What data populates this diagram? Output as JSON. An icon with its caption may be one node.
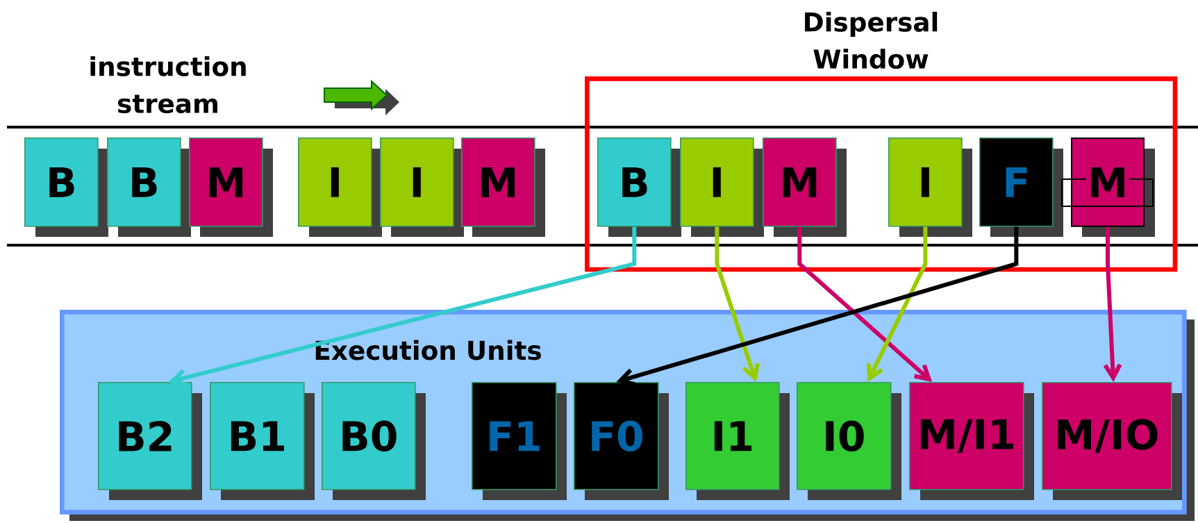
{
  "diagram": {
    "nodes": [
      {
        "text": [
          "B"
        ]
      },
      {
        "text": [
          "B"
        ]
      },
      {
        "text": [
          "M"
        ]
      },
      {
        "text": [
          "I"
        ]
      },
      {
        "text": [
          "I"
        ]
      },
      {
        "text": [
          "M"
        ]
      },
      {
        "text": [
          "Dispersal Window"
        ]
      },
      {
        "text": [
          "B"
        ],
        "in": 6
      },
      {
        "text": [
          "I"
        ],
        "in": 6
      },
      {
        "text": [
          "M"
        ],
        "in": 6
      },
      {
        "text": [
          "I"
        ],
        "in": 6
      },
      {
        "text": [
          "F"
        ],
        "in": 6
      },
      {
        "text": [
          "M"
        ],
        "in": 6
      },
      {
        "text": [
          "Execution Units"
        ]
      },
      {
        "text": [
          "B2"
        ],
        "in": 13
      },
      {
        "text": [
          "B1"
        ],
        "in": 13
      },
      {
        "text": [
          "B0"
        ],
        "in": 13
      },
      {
        "text": [
          "F1"
        ],
        "in": 13
      },
      {
        "text": [
          "F0"
        ],
        "in": 13
      },
      {
        "text": [
          "I1"
        ],
        "in": 13
      },
      {
        "text": [
          "I0"
        ],
        "in": 13
      },
      {
        "text": [
          "M/I1"
        ],
        "in": 13
      },
      {
        "text": [
          "M/IO"
        ],
        "in": 13
      }
    ],
    "edges": [
      {
        "from": 7,
        "to": 14,
        "arrow": "to",
        "color": "#33cccc"
      },
      {
        "from": 8,
        "to": 19,
        "arrow": "to",
        "color": "#99cc00"
      },
      {
        "from": 9,
        "to": 21,
        "arrow": "to",
        "color": "#cc0066"
      },
      {
        "from": 10,
        "to": 20,
        "arrow": "to",
        "color": "#99cc00"
      },
      {
        "from": 11,
        "to": 18,
        "arrow": "to",
        "color": "#000000"
      },
      {
        "from": 12,
        "to": 22,
        "arrow": "to",
        "color": "#cc0066"
      }
    ],
    "labels": [
      "instruction stream"
    ]
  }
}
